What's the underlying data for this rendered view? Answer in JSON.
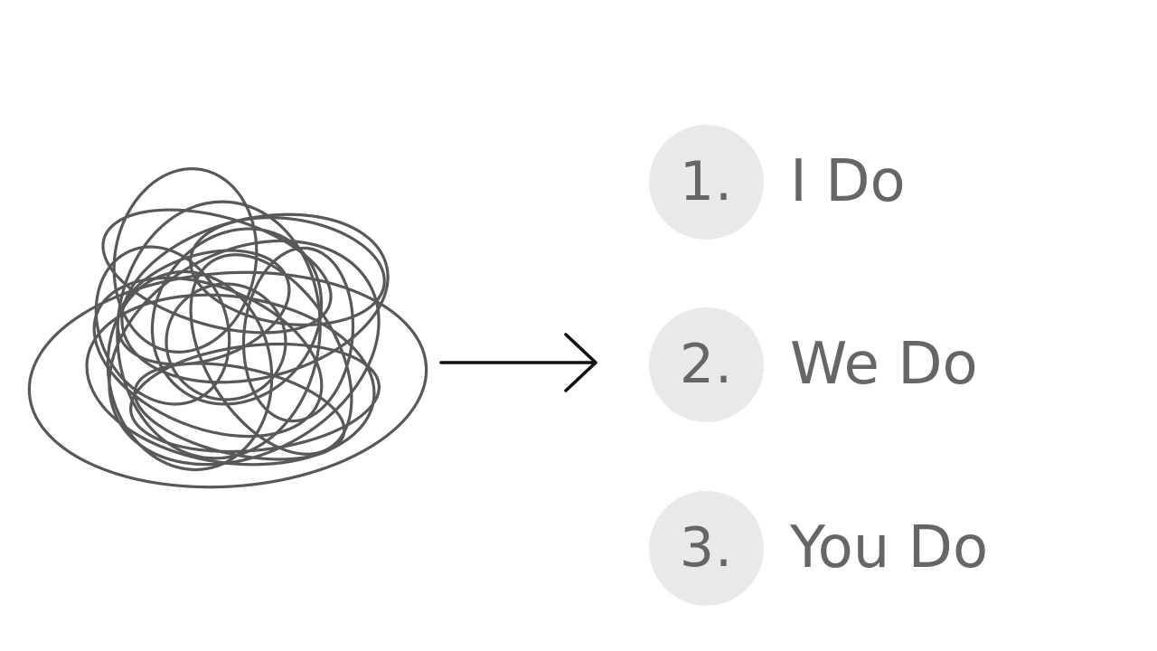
{
  "colors": {
    "background": "#ffffff",
    "scribble": "#585858",
    "arrow": "#111111",
    "circle_fill": "#e9e9e9",
    "text": "#666666"
  },
  "steps": [
    {
      "number": "1.",
      "label": "I Do"
    },
    {
      "number": "2.",
      "label": "We Do"
    },
    {
      "number": "3.",
      "label": "You Do"
    }
  ]
}
